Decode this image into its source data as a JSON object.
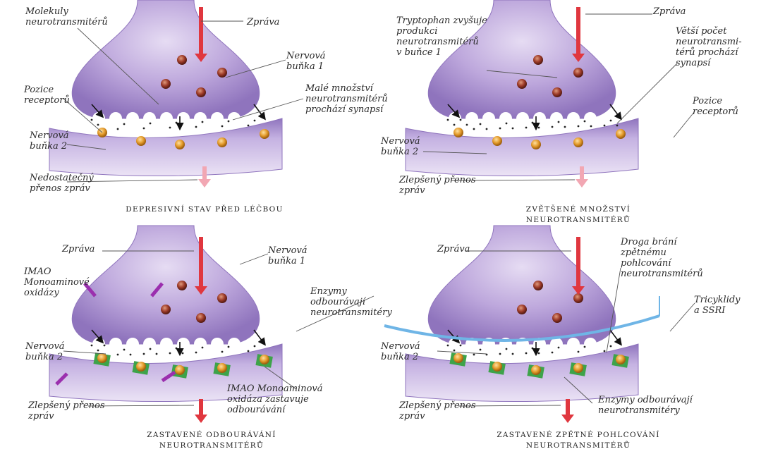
{
  "colors": {
    "cell": "#b9a2d8",
    "cell_dark": "#8f74bd",
    "signal_arrow": "#e0373f",
    "weak_arrow": "#f2a7b3",
    "enzyme_arrow": "#9b2fae",
    "molecule": "#9c3a28",
    "receptor": "#e39a2a",
    "reuptake_blocker": "#6fb5e6",
    "enzyme_block": "#3ea34a"
  },
  "panels": [
    {
      "caption": "Depresivní stav před léčbou",
      "labels": {
        "molecules": "Molekuly\nneurotransmitérů",
        "message": "Zpráva",
        "cell1": "Nervová\nbuňka 1",
        "receptors": "Pozice\nreceptorů",
        "small_amount": "Malé množství\nneurotransmitérů\nprochází synapsí",
        "cell2": "Nervová\nbuňka 2",
        "transfer": "Nedostatečný\npřenos zpráv"
      }
    },
    {
      "caption": "Zvětšené množství\nneurotransmitérů",
      "labels": {
        "tryptophan": "Tryptophan zvyšuje\nprodukci\nneurotransmitérů\nv buňce 1",
        "message": "Zpráva",
        "more": "Větší počet\nneurotransmi-\ntérů prochází\nsynapsí",
        "receptors": "Pozice\nreceptorů",
        "cell2": "Nervová\nbuňka 2",
        "transfer": "Zlepšený přenos\nzpráv"
      }
    },
    {
      "caption": "Zastavené odbourávání\nneurotransmitérů",
      "labels": {
        "message": "Zpráva",
        "cell1": "Nervová\nbuňka 1",
        "imao": "IMAO\nMonoaminové\noxidázy",
        "enzymes": "Enzymy\nodbourávají\nneurotransmitéry",
        "cell2": "Nervová\nbuňka 2",
        "imao_stop": "IMAO Monoaminová\noxidáza zastavuje\nodbourávání",
        "transfer": "Zlepšený přenos\nzpráv"
      }
    },
    {
      "caption": "Zastavené zpětné pohlcování\nneurotransmitérů",
      "labels": {
        "message": "Zpráva",
        "drug": "Droga brání\nzpětnému\npohlcování\nneurotransmitérů",
        "tricyclic": "Tricyklidy\na SSRI",
        "cell2": "Nervová\nbuňka 2",
        "enzymes": "Enzymy odbourávají\nneurotransmitéry",
        "transfer": "Zlepšený přenos\nzpráv"
      }
    }
  ]
}
